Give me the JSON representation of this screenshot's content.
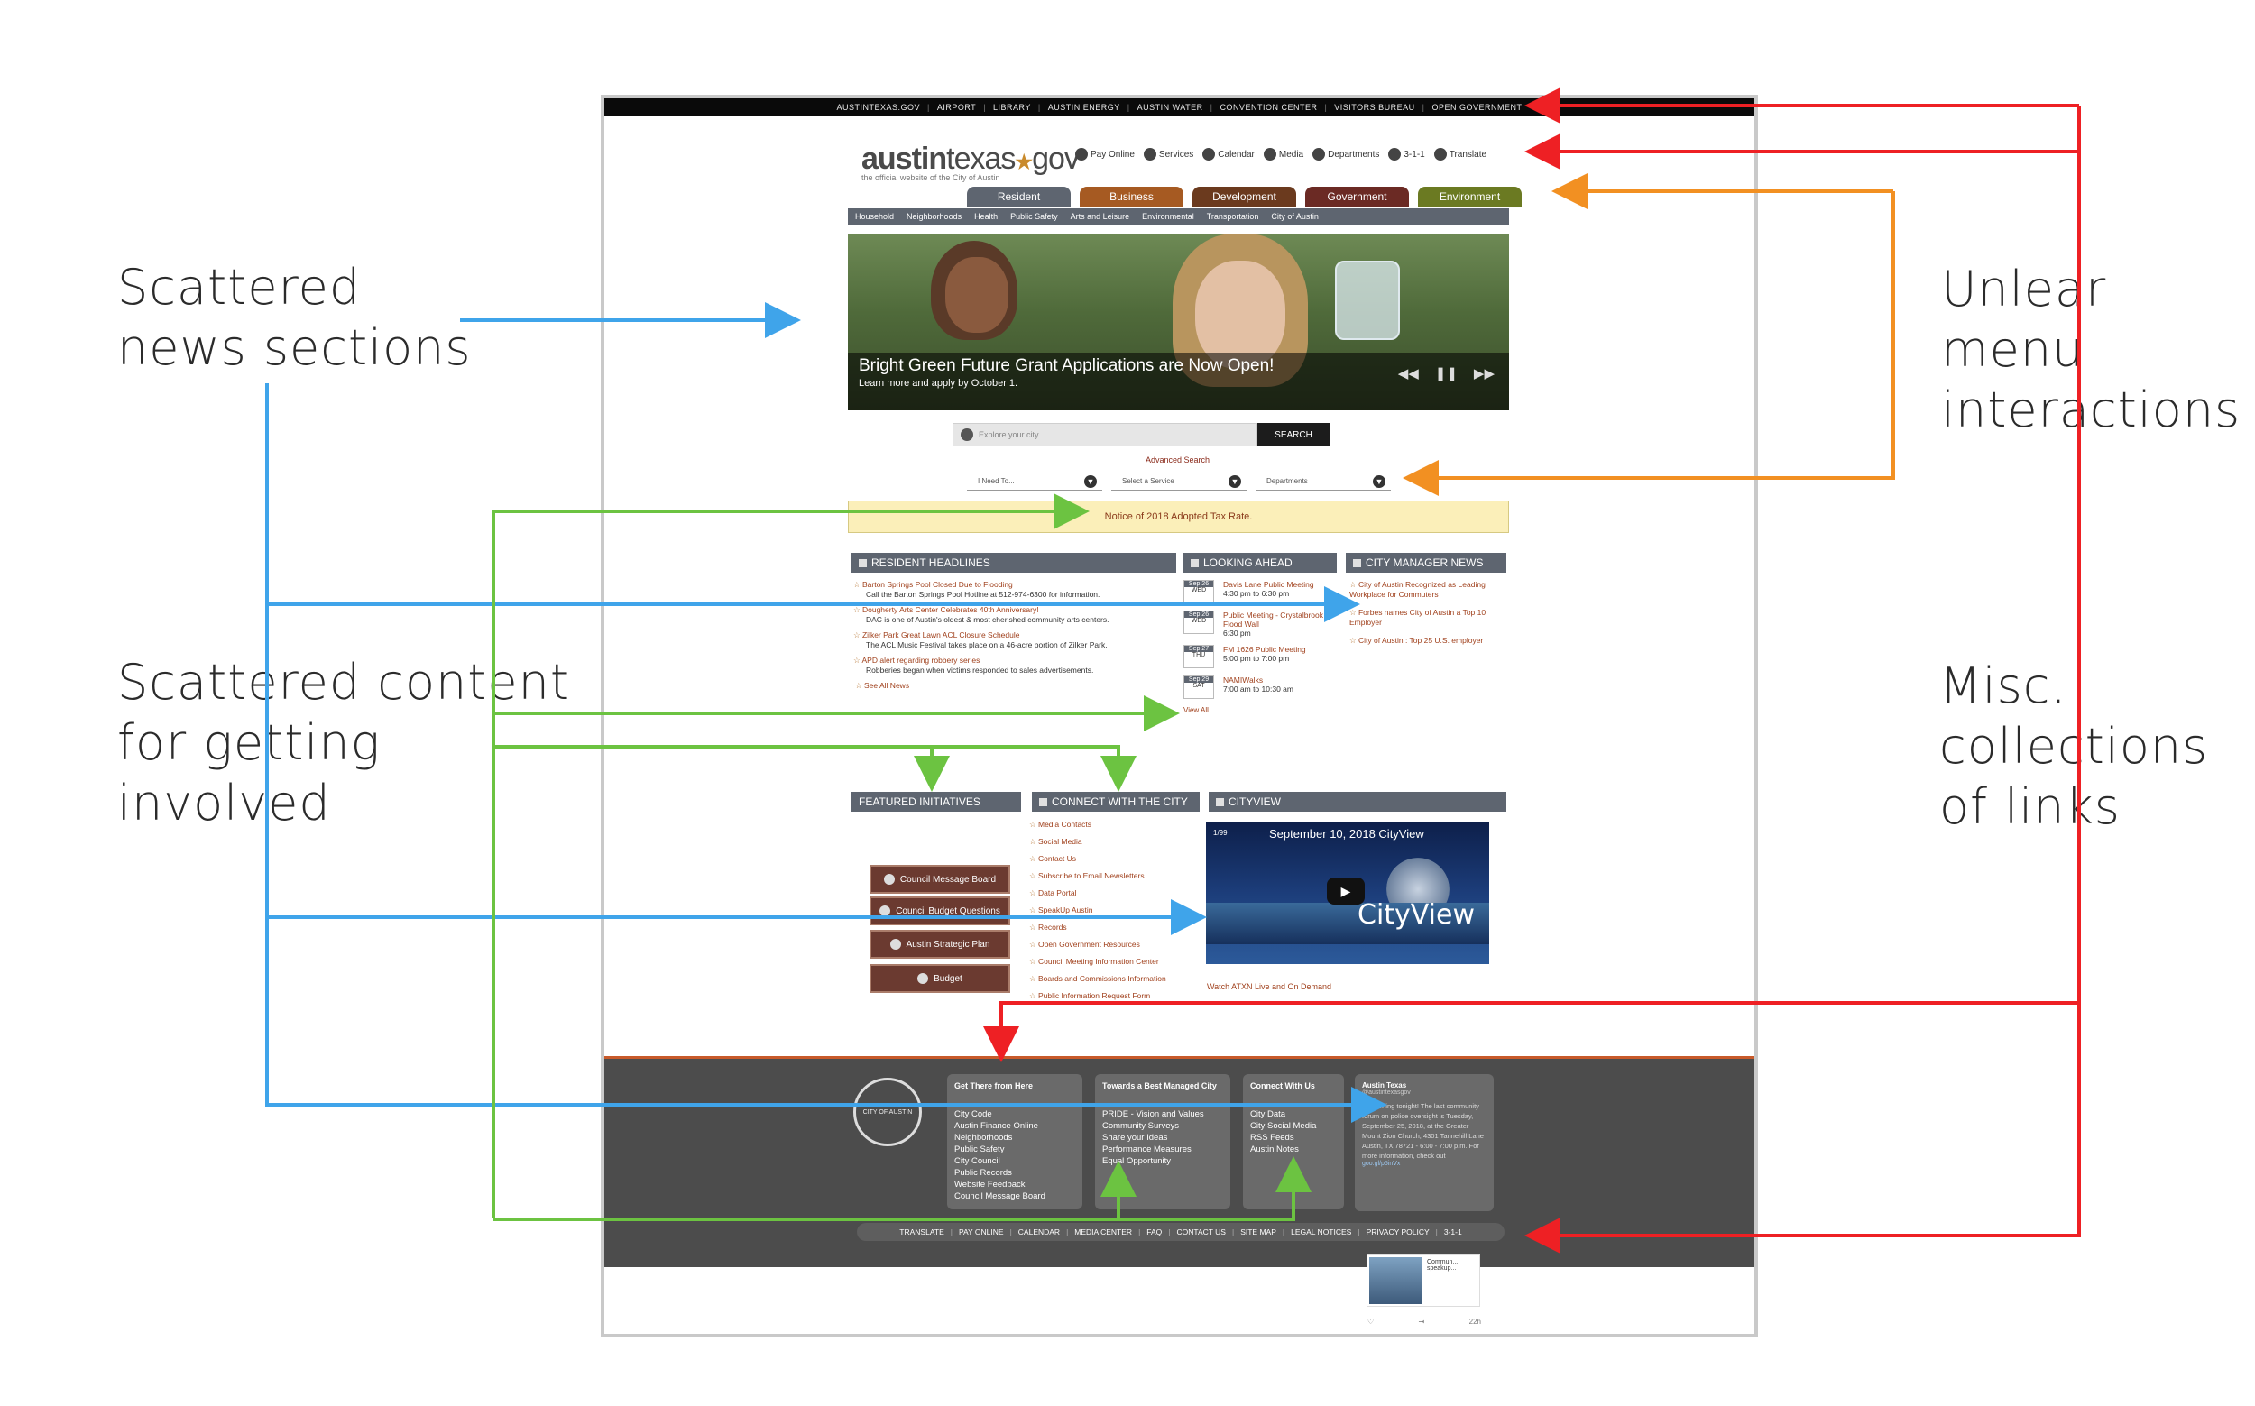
{
  "annotations": {
    "news_sections": "Scattered\nnews sections",
    "getting_involved": "Scattered content\nfor getting\ninvolved",
    "menu_interactions": "Unlear\nmenu\ninteractions",
    "misc_links": "Misc.\ncollections\nof links",
    "colors": {
      "blue": "#3fa4ea",
      "green": "#6cc341",
      "orange": "#f29022",
      "red": "#ee2024"
    }
  },
  "site": {
    "top_links": [
      "AUSTINTEXAS.GOV",
      "AIRPORT",
      "LIBRARY",
      "AUSTIN ENERGY",
      "AUSTIN WATER",
      "CONVENTION CENTER",
      "VISITORS BUREAU",
      "OPEN GOVERNMENT"
    ],
    "logo": {
      "bold": "austin",
      "thin": "texas",
      "star": "★",
      "suffix": "gov",
      "tagline": "the official website of the City of Austin"
    },
    "util_nav": [
      "Pay Online",
      "Services",
      "Calendar",
      "Media",
      "Departments",
      "3-1-1",
      "Translate"
    ],
    "main_tabs": [
      {
        "label": "Resident",
        "color": "#5e6570"
      },
      {
        "label": "Business",
        "color": "#a65a22"
      },
      {
        "label": "Development",
        "color": "#6b3a1e"
      },
      {
        "label": "Government",
        "color": "#6b2a24"
      },
      {
        "label": "Environment",
        "color": "#6b7a22"
      }
    ],
    "sub_nav": [
      "Household",
      "Neighborhoods",
      "Health",
      "Public Safety",
      "Arts and Leisure",
      "Environmental",
      "Transportation",
      "City of Austin"
    ],
    "hero": {
      "title": "Bright Green Future Grant Applications are Now Open!",
      "subtitle": "Learn more and apply by October 1.",
      "controls": [
        "◀◀",
        "❚❚",
        "▶▶"
      ]
    },
    "search": {
      "placeholder": "Explore your city...",
      "button": "SEARCH",
      "advanced": "Advanced Search"
    },
    "dropdowns": [
      "I Need To...",
      "Select a Service",
      "Departments"
    ],
    "notice": "Notice of 2018 Adopted Tax Rate.",
    "headlines": {
      "title": "RESIDENT HEADLINES",
      "items": [
        {
          "t": "Barton Springs Pool Closed Due to Flooding",
          "d": "Call the Barton Springs Pool Hotline at 512-974-6300 for information."
        },
        {
          "t": "Dougherty Arts Center Celebrates 40th Anniversary!",
          "d": "DAC is one of Austin's oldest & most cherished community arts centers."
        },
        {
          "t": "Zilker Park Great Lawn ACL Closure Schedule",
          "d": "The ACL Music Festival takes place on a 46-acre portion of Zilker Park."
        },
        {
          "t": "APD alert regarding robbery series",
          "d": "Robberies began when victims responded to sales advertisements."
        }
      ],
      "see_all": "See All News"
    },
    "looking_ahead": {
      "title": "LOOKING AHEAD",
      "events": [
        {
          "m": "Sep 26",
          "w": "WED",
          "t": "Davis Lane Public Meeting",
          "time": "4:30 pm to 6:30 pm"
        },
        {
          "m": "Sep 26",
          "w": "WED",
          "t": "Public Meeting - Crystalbrook Flood Wall",
          "time": "6:30 pm"
        },
        {
          "m": "Sep 27",
          "w": "THU",
          "t": "FM 1626 Public Meeting",
          "time": "5:00 pm to 7:00 pm"
        },
        {
          "m": "Sep 29",
          "w": "SAT",
          "t": "NAMIWalks",
          "time": "7:00 am to 10:30 am"
        }
      ],
      "view_all": "View All"
    },
    "manager_news": {
      "title": "CITY MANAGER NEWS",
      "items": [
        "City of Austin Recognized as Leading Workplace for Commuters",
        "Forbes names City of Austin a Top 10 Employer",
        "City of Austin : Top 25 U.S. employer"
      ]
    },
    "initiatives": {
      "title": "FEATURED INITIATIVES",
      "buttons": [
        "Council Message Board",
        "Council Budget Questions",
        "Austin Strategic Plan",
        "Budget"
      ]
    },
    "connect": {
      "title": "CONNECT WITH THE CITY",
      "links": [
        "Media Contacts",
        "Social Media",
        "Contact Us",
        "Subscribe to Email Newsletters",
        "Data Portal",
        "SpeakUp Austin",
        "Records",
        "Open Government Resources",
        "Council Meeting Information Center",
        "Boards and Commissions Information",
        "Public Information Request Form"
      ]
    },
    "cityview": {
      "title": "CITYVIEW",
      "video_title": "September 10, 2018 CityView",
      "counter": "1/99",
      "brand": "CityView",
      "watch": "Watch ATXN Live and On Demand"
    },
    "footer": {
      "seal": "CITY OF AUSTIN",
      "get_there": {
        "h": "Get There from Here",
        "links": [
          "City Code",
          "Austin Finance Online",
          "Neighborhoods",
          "Public Safety",
          "City Council",
          "Public Records",
          "Website Feedback",
          "Council Message Board"
        ]
      },
      "best_managed": {
        "h": "Towards a Best Managed City",
        "links": [
          "PRIDE - Vision and Values",
          "Community Surveys",
          "Share your Ideas",
          "Performance Measures",
          "Equal Opportunity"
        ]
      },
      "connect_us": {
        "h": "Connect With Us",
        "links": [
          "City Data",
          "City Social Media",
          "RSS Feeds",
          "Austin Notes"
        ]
      },
      "tweet": {
        "who": "Austin Texas",
        "handle": "@austintexasgov",
        "body": "Happening tonight! The last community forum on police oversight is Tuesday, September 25, 2018, at the Greater Mount Zion Church, 4301 Tannehill Lane Austin, TX 78721 - 6:00 - 7:00 p.m. For more information, check out",
        "link": "goo.gl/p5inVx",
        "card": "Commun... speakup...",
        "time": "22h"
      },
      "bottom_links": [
        "TRANSLATE",
        "PAY ONLINE",
        "CALENDAR",
        "MEDIA CENTER",
        "FAQ",
        "CONTACT US",
        "SITE MAP",
        "LEGAL NOTICES",
        "PRIVACY POLICY",
        "3-1-1"
      ]
    }
  }
}
